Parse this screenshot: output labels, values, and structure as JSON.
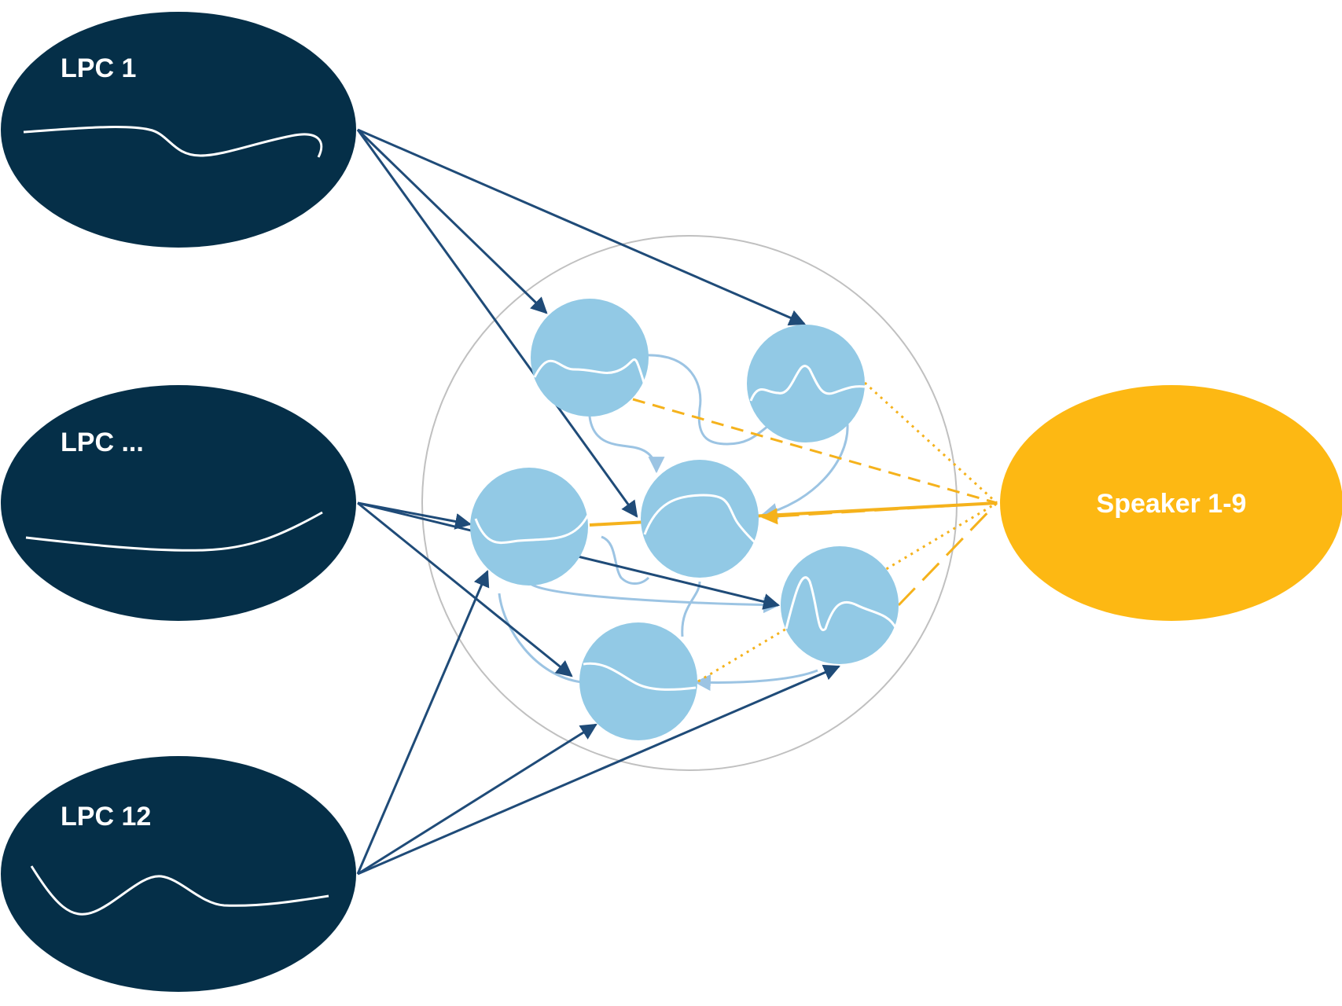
{
  "inputs": [
    {
      "label": "LPC 1"
    },
    {
      "label": "LPC ..."
    },
    {
      "label": "LPC 12"
    }
  ],
  "output": {
    "label": "Speaker 1-9"
  },
  "colors": {
    "input_fill": "#052f48",
    "reservoir_outline": "#c0c0c0",
    "neuron_fill": "#92c9e5",
    "recurrent_edge": "#9cc4e3",
    "input_edge": "#1f4b78",
    "output_fill": "#fdb813",
    "output_edge": "#f5b21c"
  }
}
